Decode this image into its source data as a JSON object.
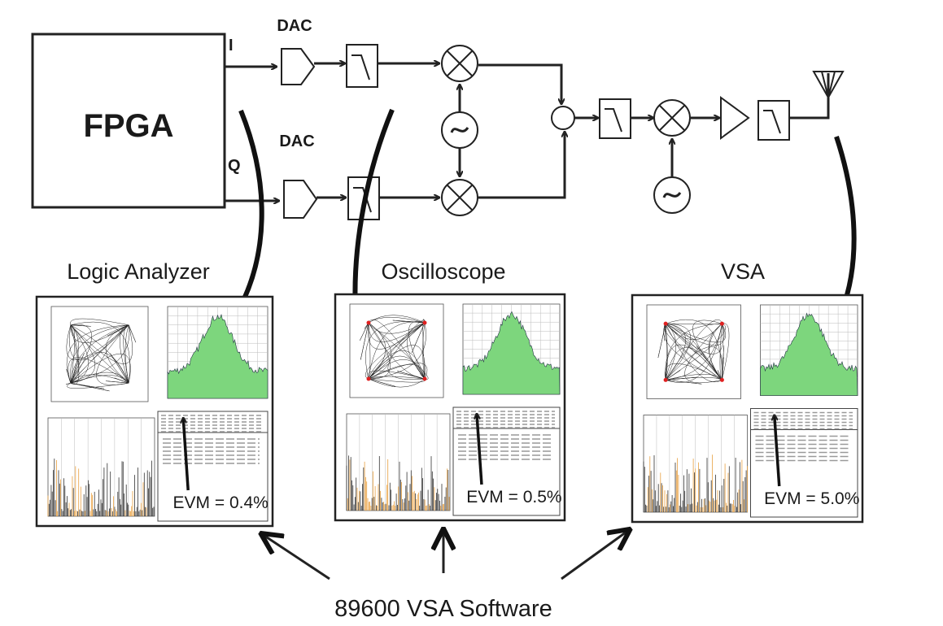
{
  "block_diagram": {
    "fpga_label": "FPGA",
    "i_label": "I",
    "q_label": "Q",
    "dac_i_label": "DAC",
    "dac_q_label": "DAC"
  },
  "instruments": [
    {
      "title": "Logic Analyzer",
      "evm": "EVM = 0.4%",
      "constellation_markers": false
    },
    {
      "title": "Oscilloscope",
      "evm": "EVM = 0.5%",
      "constellation_markers": true
    },
    {
      "title": "VSA",
      "evm": "EVM = 5.0%",
      "constellation_markers": true
    }
  ],
  "software_label": "89600 VSA Software",
  "colors": {
    "line": "#222222",
    "spectrum": "#7dd67d",
    "marker": "#e02020",
    "trace_orange": "#e8a040"
  }
}
